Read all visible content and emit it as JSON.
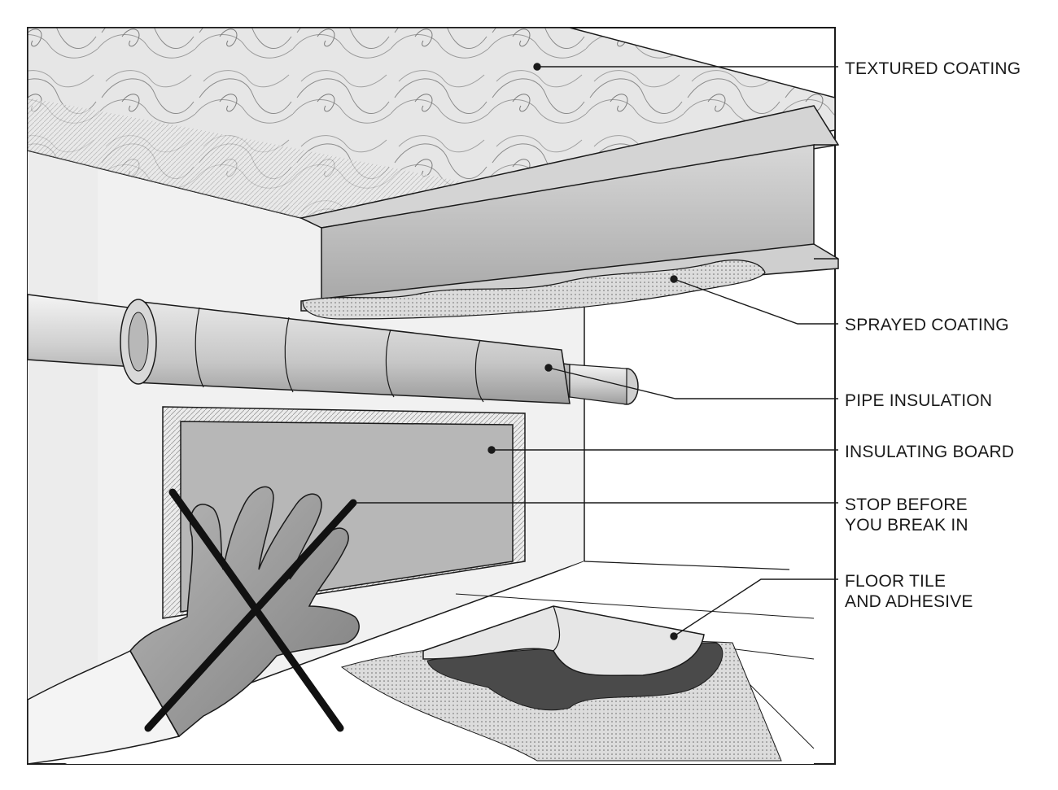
{
  "callouts": [
    {
      "id": "textured-coating",
      "lines": [
        "TEXTURED COATING"
      ]
    },
    {
      "id": "sprayed-coating",
      "lines": [
        "SPRAYED COATING"
      ]
    },
    {
      "id": "pipe-insulation",
      "lines": [
        "PIPE INSULATION"
      ]
    },
    {
      "id": "insulating-board",
      "lines": [
        "INSULATING BOARD"
      ]
    },
    {
      "id": "stop-before",
      "lines": [
        "STOP BEFORE",
        "YOU BREAK IN"
      ]
    },
    {
      "id": "floor-tile",
      "lines": [
        "FLOOR TILE",
        "AND ADHESIVE"
      ]
    }
  ],
  "colors": {
    "ink": "#1a1a1a",
    "wall": "#f0f0f0",
    "ceiling": "#e4e4e4",
    "beam": "#c4c4c4",
    "board": "#b5b5b5",
    "glove": "#9a9a9a",
    "adhesive": "#4a4a4a"
  }
}
